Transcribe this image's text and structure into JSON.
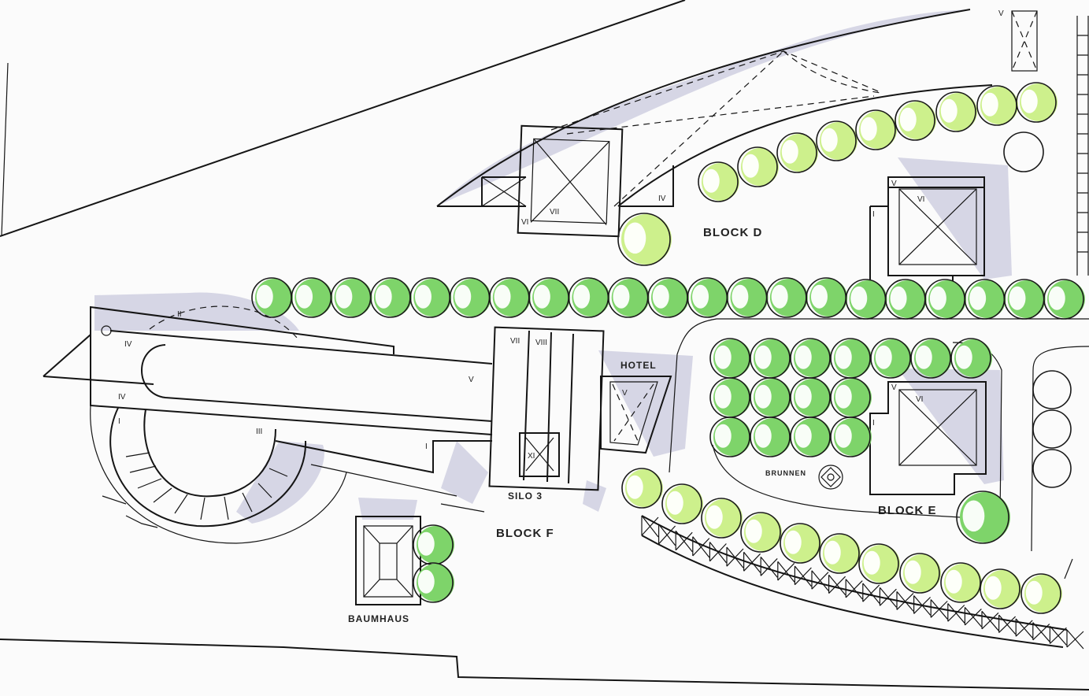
{
  "labels": {
    "block_d": "BLOCK D",
    "block_e": "BLOCK E",
    "block_f": "BLOCK F",
    "hotel": "HOTEL",
    "silo": "SILO 3",
    "baumhaus": "BAUMHAUS",
    "brunnen": "BRUNNEN"
  },
  "floors": {
    "d_main": "VII",
    "d_side_left": "VI",
    "d_side_right": "IV",
    "e_top_main": "VI",
    "e_top_corner": "V",
    "e_top_side": "I",
    "e_bot_main": "VI",
    "e_bot_corner": "V",
    "e_bot_side": "I",
    "f_ii": "II",
    "f_iv_top": "IV",
    "f_iv_bottom": "IV",
    "f_i_left": "I",
    "f_iii": "III",
    "f_v": "V",
    "f_i_right": "I",
    "silo_vii": "VII",
    "silo_viii": "VIII",
    "silo_xi": "XI",
    "hotel_v": "V",
    "corner_v": "V"
  },
  "colors": {
    "tree_green": "#7ed46a",
    "tree_light_green": "#cdf08c",
    "shadow": "#c9c9dd",
    "ink": "#151515"
  }
}
